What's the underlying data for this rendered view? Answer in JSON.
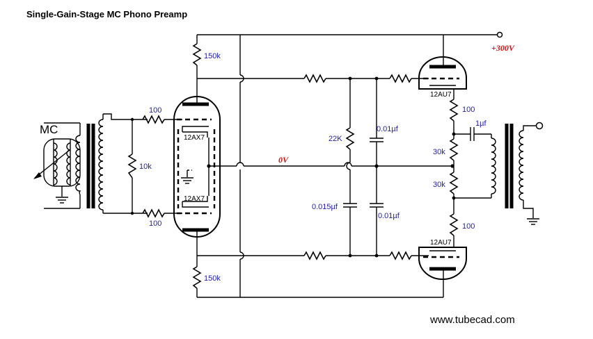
{
  "title": "Single-Gain-Stage MC Phono Preamp",
  "source_label": "MC",
  "supply_label": "+300V",
  "ground_label": "0V",
  "website": "www.tubecad.com",
  "tubes": {
    "input_upper": "12AX7",
    "input_lower": "12AX7",
    "output_upper": "12AU7",
    "output_lower": "12AU7"
  },
  "components": {
    "r_plate_top": "150k",
    "r_plate_bottom": "150k",
    "r_grid_top": "100",
    "r_grid_bottom": "100",
    "r_input_load": "10k",
    "r_network": "22K",
    "c_network_top": "0.01µf",
    "c_network_bottom_left": "0.015µf",
    "c_network_bottom_right": "0.01µf",
    "r_cathode_top": "100",
    "r_out_top": "30k",
    "r_out_bottom": "30k",
    "r_cathode_bottom": "100",
    "c_output": "1µf"
  }
}
